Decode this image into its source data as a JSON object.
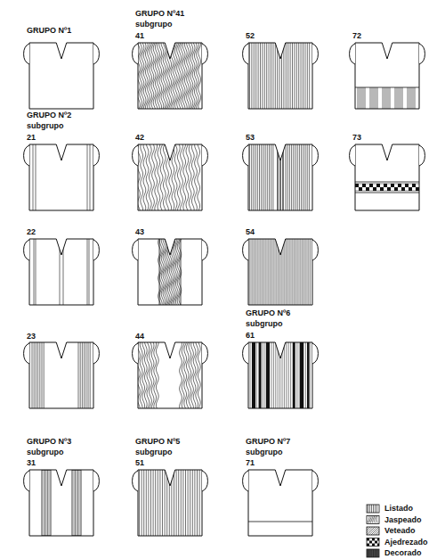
{
  "diagram": {
    "labels": [
      "GRUPO Nº1",
      "GRUPO Nº41",
      "subgrupo",
      "41",
      "52",
      "72",
      "GRUPO Nº2",
      "subgrupo",
      "21",
      "42",
      "53",
      "73",
      "22",
      "43",
      "54",
      "23",
      "44",
      "GRUPO Nº6",
      "subgrupo",
      "61",
      "GRUPO Nº3",
      "subgrupo",
      "31",
      "GRUPO Nº5",
      "subgrupo",
      "51",
      "GRUPO Nº7",
      "subgrupo",
      "71"
    ],
    "legend": [
      {
        "text": "Listado"
      },
      {
        "text": "Jaspeado"
      },
      {
        "text": "Veteado"
      },
      {
        "text": "Ajedrezado"
      },
      {
        "text": "Decorado"
      }
    ]
  }
}
